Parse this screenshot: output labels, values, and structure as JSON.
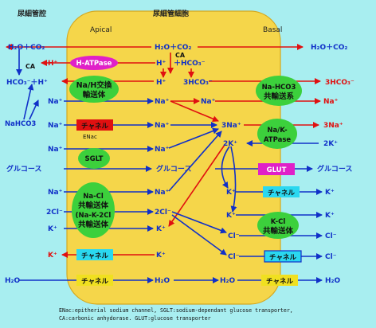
{
  "headers": {
    "lumen": "尿細管腔",
    "cell": "尿細管細胞",
    "apical": "Apical",
    "basal": "Basal"
  },
  "labels": {
    "h2o_co2_left": "H₂O＋CO₂",
    "h2o_co2_cell": "H₂O＋CO₂",
    "h2o_co2_right": "H₂O＋CO₂",
    "ca_left": "CA",
    "ca_cell": "CA",
    "h_left": "H⁺",
    "h_cell": "H⁺",
    "hco3_cell_plus": "＋HCO₃⁻",
    "hco3_h_left": "HCO₃⁻＋H⁺",
    "h_cell2": "H⁺",
    "hco3_3_cell": "3HCO₃⁻",
    "hco3_3_right": "3HCO₃⁻",
    "na_l1": "Na⁺",
    "na_c1": "Na⁺",
    "na_c1b": "Na⁺",
    "na_r1": "Na⁺",
    "nahco3": "NaHCO3",
    "na_l2": "Na⁺",
    "na_c2": "Na⁺",
    "na3_cell": "3Na⁺",
    "na3_right": "3Na⁺",
    "k2_cell": "2K⁺",
    "k2_right": "2K⁺",
    "enac": "ENac",
    "na_l3": "Na⁺",
    "na_c3": "Na⁺",
    "glucose_l": "グルコース",
    "glucose_c": "グルコース",
    "glucose_r": "グルコース",
    "na_l4": "Na⁺",
    "na_c4": "Na⁺",
    "cl2_l": "2Cl⁻",
    "cl2_c": "2Cl⁻",
    "k_l5": "K⁺",
    "k_c5": "K⁺",
    "k_mid1": "K⁺",
    "k_mid2": "K⁺",
    "k_r1": "K⁺",
    "k_r2": "K⁺",
    "cl_mid1": "Cl⁻",
    "cl_mid2": "Cl⁻",
    "cl_r1": "Cl⁻",
    "cl_r2": "Cl⁻",
    "k_l6": "K⁺",
    "k_c6": "K⁺",
    "h2o_l": "H₂O",
    "h2o_c": "H₂O",
    "h2o_m": "H₂O",
    "h2o_r": "H₂O"
  },
  "transporters": {
    "h_atpase": "H-ATPase",
    "nah_1": "Na/H交換",
    "nah_2": "輸送体",
    "nahco3_1": "Na-HCO3",
    "nahco3_2": "共輸送系",
    "nak_1": "Na/K-",
    "nak_2": "ATPase",
    "channel_enac": "チャネル",
    "sglt": "SGLT",
    "glut": "GLUT",
    "nakcl_1": "Na-Cl",
    "nakcl_2": "共輸送体",
    "nakcl_3": "(Na-K-2Cl",
    "nakcl_4": "共輸送体",
    "channel_k_r": "チャネル",
    "kcl_1": "K-Cl",
    "kcl_2": "共輸送体",
    "channel_k_l": "チャネル",
    "channel_cl_r": "チャネル",
    "channel_h2o_l": "チャネル",
    "channel_h2o_r": "チャネル"
  },
  "footnote": {
    "line1": "ENac:epitherial sodium channel, SGLT:sodium-dependant glucose transporter,",
    "line2": "CA:carbonic anhydorase. GLUT:glucose transporter"
  },
  "colors": {
    "background": "#a8eef0",
    "cell": "#f5d64a",
    "red": "#e01010",
    "blue": "#1030c8",
    "green": "#3cd03c",
    "magenta": "#e020c8",
    "cyan_box": "#2ad8f0",
    "yellow_box": "#f0e020"
  }
}
